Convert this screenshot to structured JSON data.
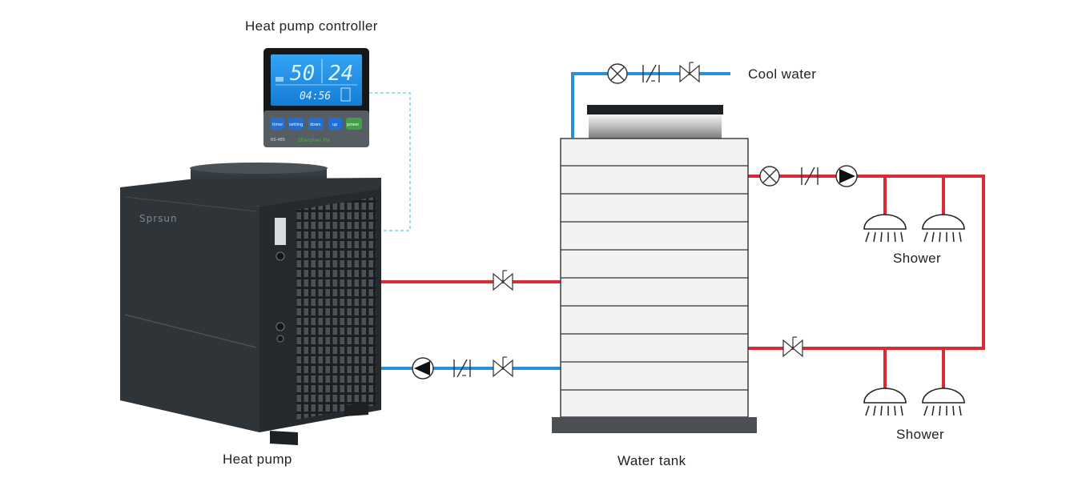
{
  "labels": {
    "controller": "Heat pump controller",
    "cool_water": "Cool water",
    "shower_top": "Shower",
    "shower_bottom": "Shower",
    "heat_pump": "Heat pump",
    "water_tank": "Water tank"
  },
  "controller_display": {
    "left_value": "50",
    "right_value": "24",
    "time": "04:56",
    "buttons": [
      "timer",
      "setting",
      "down",
      "up",
      "power"
    ],
    "model": "RS-485",
    "brand_line": "Shenzhen Pie"
  },
  "heat_pump_logo": "Sprsun",
  "colors": {
    "hot_pipe": "#d92b33",
    "cold_pipe": "#2b8fd4",
    "signal_line": "#7ad8e6",
    "unit_body": "#2c3136",
    "lcd": "#1f8ee8"
  }
}
